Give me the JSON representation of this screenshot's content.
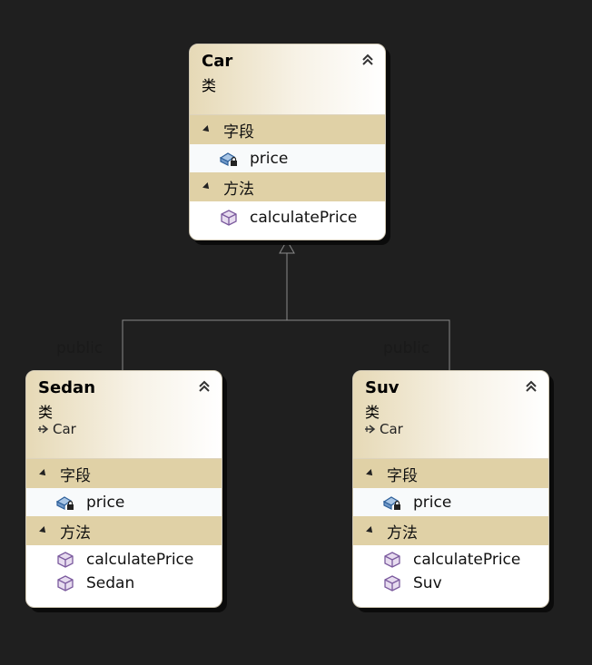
{
  "colors": {
    "background": "#1f1f1f",
    "connector": "#8a8a8a",
    "section": "#e0d1a6"
  },
  "labels": {
    "left": "public",
    "right": "public"
  },
  "classes": {
    "car": {
      "name": "Car",
      "kind": "类",
      "fields_label": "字段",
      "fields": [
        "price"
      ],
      "methods_label": "方法",
      "methods": [
        "calculatePrice"
      ]
    },
    "sedan": {
      "name": "Sedan",
      "kind": "类",
      "base": "Car",
      "fields_label": "字段",
      "fields": [
        "price"
      ],
      "methods_label": "方法",
      "methods": [
        "calculatePrice",
        "Sedan"
      ]
    },
    "suv": {
      "name": "Suv",
      "kind": "类",
      "base": "Car",
      "fields_label": "字段",
      "fields": [
        "price"
      ],
      "methods_label": "方法",
      "methods": [
        "calculatePrice",
        "Suv"
      ]
    }
  }
}
